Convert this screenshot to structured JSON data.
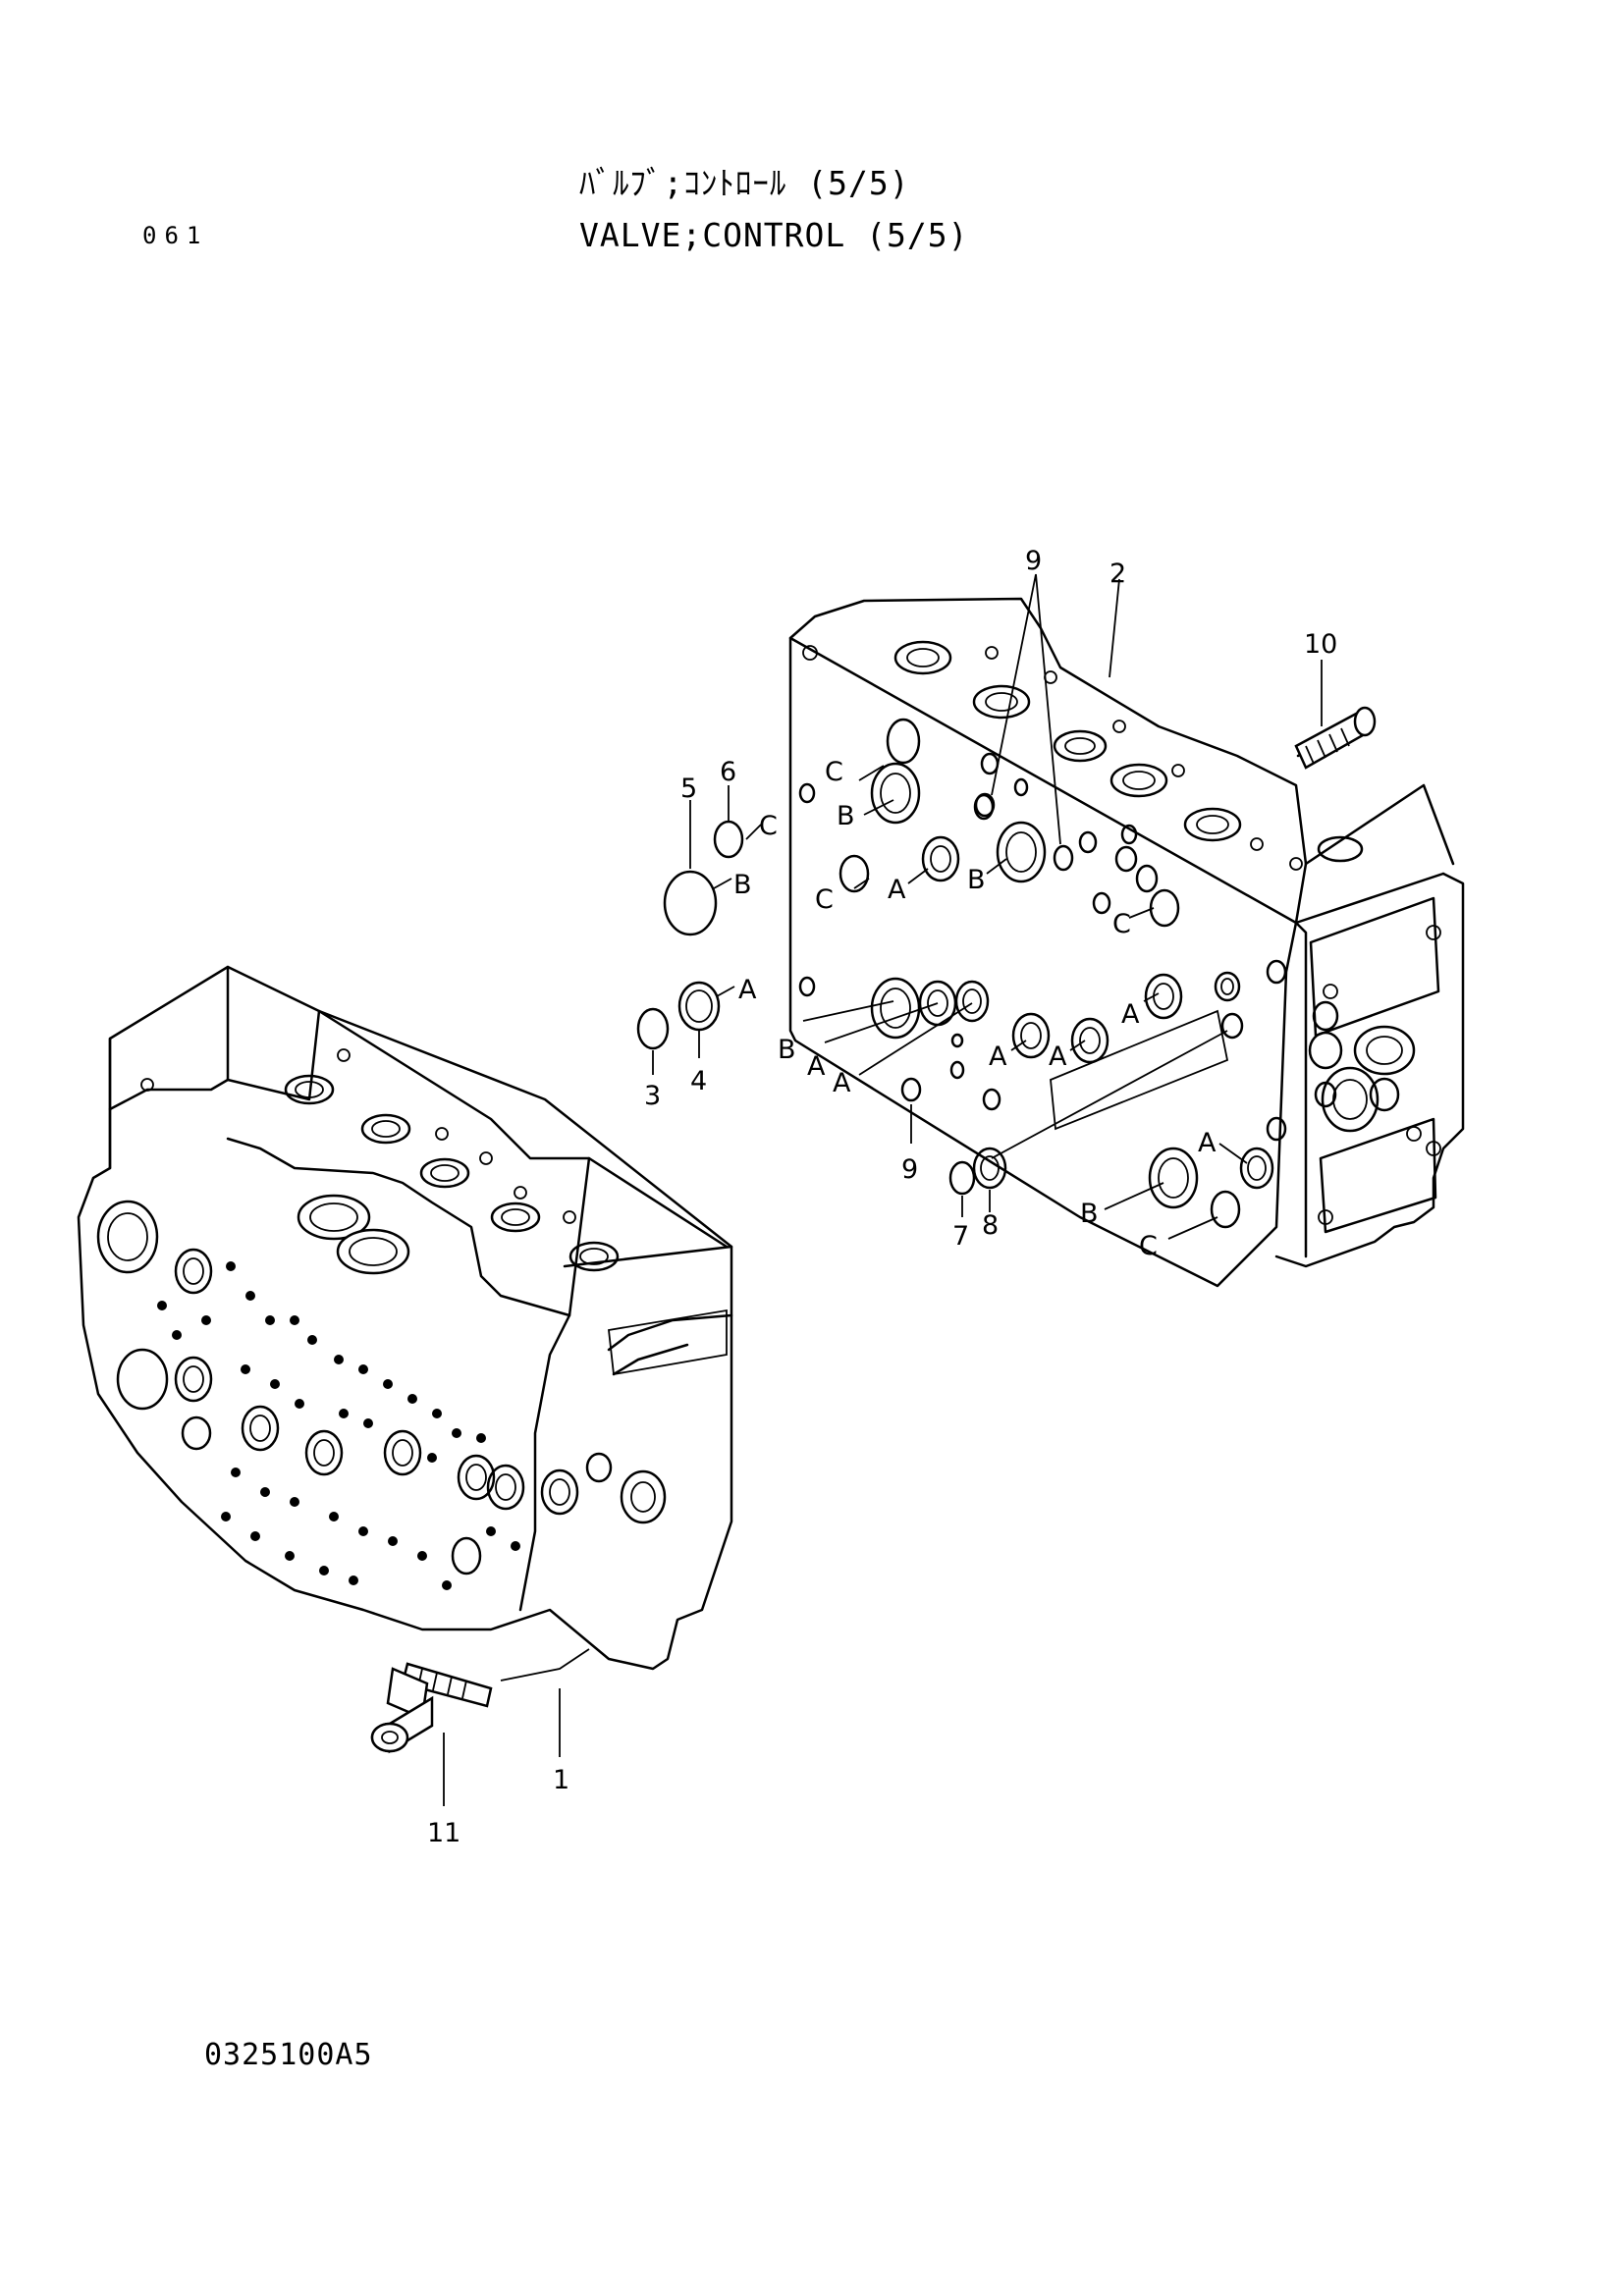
{
  "header": {
    "title_jp": "ﾊﾞﾙﾌﾞ;ｺﾝﾄﾛｰﾙ (5/5)",
    "title_en": "VALVE;CONTROL (5/5)",
    "page_number": "061"
  },
  "footer": {
    "drawing_code": "0325100A5"
  },
  "callouts": {
    "n1": "1",
    "n2": "2",
    "n3": "3",
    "n4": "4",
    "n5": "5",
    "n6": "6",
    "n7": "7",
    "n8": "8",
    "n9a": "9",
    "n9b": "9",
    "n10": "10",
    "n11": "11"
  },
  "port_labels": {
    "a": "A",
    "b": "B",
    "c": "C"
  }
}
